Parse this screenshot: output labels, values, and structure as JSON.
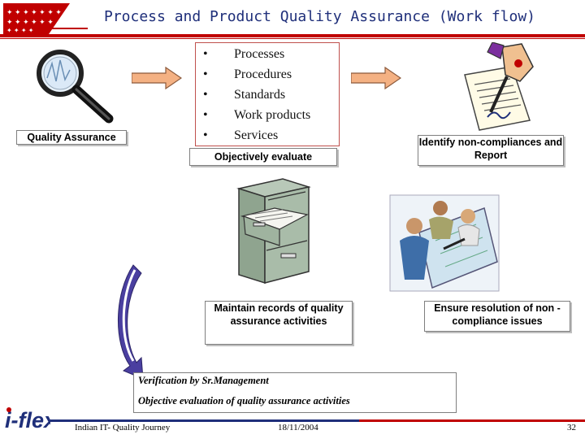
{
  "slide": {
    "title": "Process and Product Quality Assurance (Work flow)"
  },
  "steps": {
    "quality_assurance": "Quality Assurance",
    "objectively_evaluate": "Objectively evaluate",
    "identify_noncompliances": "Identify non-compliances and Report",
    "maintain_records": "Maintain records of quality assurance activities",
    "ensure_resolution": "Ensure resolution of non -compliance issues"
  },
  "evaluated_items": [
    "Processes",
    "Procedures",
    "Standards",
    "Work products",
    "Services"
  ],
  "verification": {
    "line1": "Verification by Sr.Management",
    "line2": "Objective evaluation of quality assurance activities"
  },
  "footer": {
    "left": "Indian IT- Quality Journey",
    "date": "18/11/2004",
    "page": "32",
    "logo_text": "i-flex"
  },
  "colors": {
    "title": "#1f2f7a",
    "accent_red": "#c00000",
    "arrow": "#f4b183",
    "curved_arrow": "#4a3fa0"
  },
  "icons": [
    "magnifier-icon",
    "signing-document-icon",
    "filing-cabinet-icon",
    "meeting-people-icon"
  ]
}
